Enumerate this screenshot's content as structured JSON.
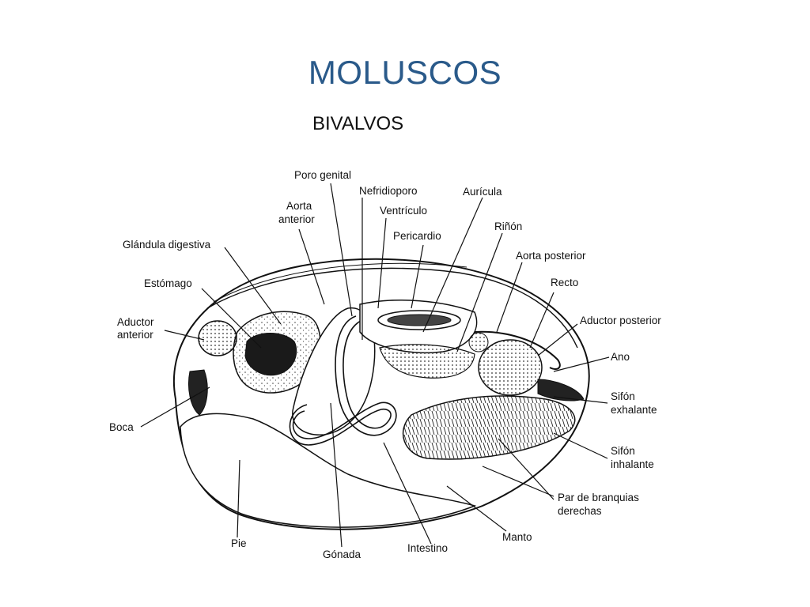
{
  "header": {
    "title": "MOLUSCOS",
    "subtitle": "BIVALVOS"
  },
  "diagram": {
    "labels": [
      {
        "id": "poro-genital",
        "text": "Poro genital"
      },
      {
        "id": "nefridioporo",
        "text": "Nefridioporo"
      },
      {
        "id": "auricula",
        "text": "Aurícula"
      },
      {
        "id": "aorta-anterior-1",
        "text": "Aorta"
      },
      {
        "id": "aorta-anterior-2",
        "text": "anterior"
      },
      {
        "id": "ventriculo",
        "text": "Ventrículo"
      },
      {
        "id": "rinon",
        "text": "Riñón"
      },
      {
        "id": "pericardio",
        "text": "Pericardio"
      },
      {
        "id": "glandula-digestiva",
        "text": "Glándula digestiva"
      },
      {
        "id": "aorta-posterior",
        "text": "Aorta posterior"
      },
      {
        "id": "estomago",
        "text": "Estómago"
      },
      {
        "id": "recto",
        "text": "Recto"
      },
      {
        "id": "aductor-anterior-1",
        "text": "Aductor"
      },
      {
        "id": "aductor-anterior-2",
        "text": "anterior"
      },
      {
        "id": "aductor-posterior",
        "text": "Aductor posterior"
      },
      {
        "id": "ano",
        "text": "Ano"
      },
      {
        "id": "sifon-exhalante-1",
        "text": "Sifón"
      },
      {
        "id": "sifon-exhalante-2",
        "text": "exhalante"
      },
      {
        "id": "boca",
        "text": "Boca"
      },
      {
        "id": "sifon-inhalante-1",
        "text": "Sifón"
      },
      {
        "id": "sifon-inhalante-2",
        "text": "inhalante"
      },
      {
        "id": "branquias-1",
        "text": "Par de branquias"
      },
      {
        "id": "branquias-2",
        "text": "derechas"
      },
      {
        "id": "pie",
        "text": "Pie"
      },
      {
        "id": "manto",
        "text": "Manto"
      },
      {
        "id": "intestino",
        "text": "Intestino"
      },
      {
        "id": "gonada",
        "text": "Gónada"
      }
    ]
  }
}
